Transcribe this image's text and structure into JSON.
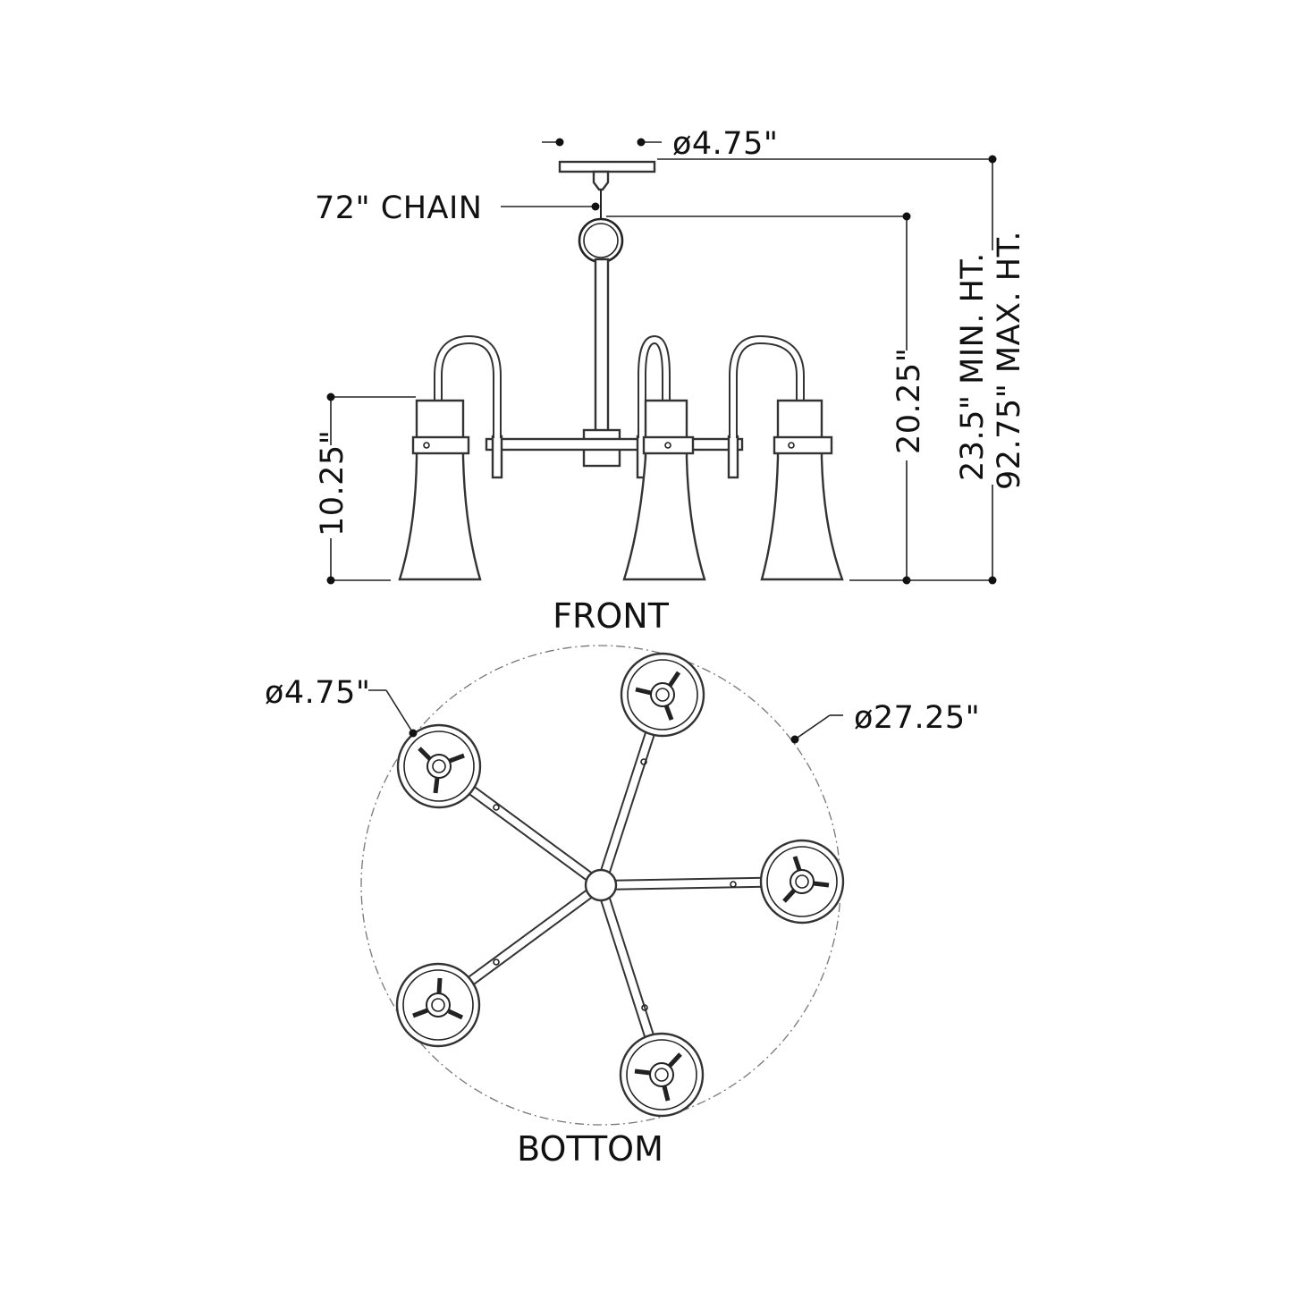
{
  "front": {
    "title": "FRONT",
    "canopy_diameter": "ø4.75\"",
    "chain_label": "72\" CHAIN",
    "shade_height": "10.25\"",
    "body_height": "20.25\"",
    "min_height": "23.5\" MIN. HT.",
    "max_height": "92.75\" MAX. HT."
  },
  "bottom": {
    "title": "BOTTOM",
    "shade_diameter": "ø4.75\"",
    "overall_diameter": "ø27.25\""
  },
  "colors": {
    "line": "#222222",
    "background": "#ffffff"
  }
}
